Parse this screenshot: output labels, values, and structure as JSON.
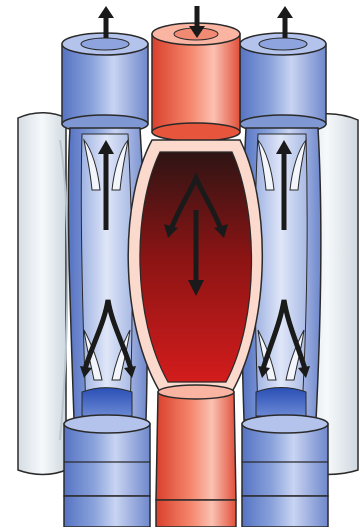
{
  "figure": {
    "kind": "anatomical-illustration",
    "subject": "artery-between-two-veins",
    "colors": {
      "artery": "#e8553d",
      "artery_highlight": "#fbc1b2",
      "artery_dark": "#b52a1e",
      "vein": "#7f97d2",
      "vein_highlight": "#c9d4f2",
      "vein_dark": "#3f5fb8",
      "muscle": "#eef3f6",
      "muscle_shadow": "#c7d1da",
      "outline": "#2a2a2a",
      "arrow": "#1a1a1a",
      "blood_dark": "#3a1a1a",
      "blood_red": "#c81e1e"
    },
    "icons": {
      "flow_arrow": "up-arrow-icon",
      "inflow_arrow": "down-arrow-icon",
      "valve": "venous-valve"
    }
  }
}
